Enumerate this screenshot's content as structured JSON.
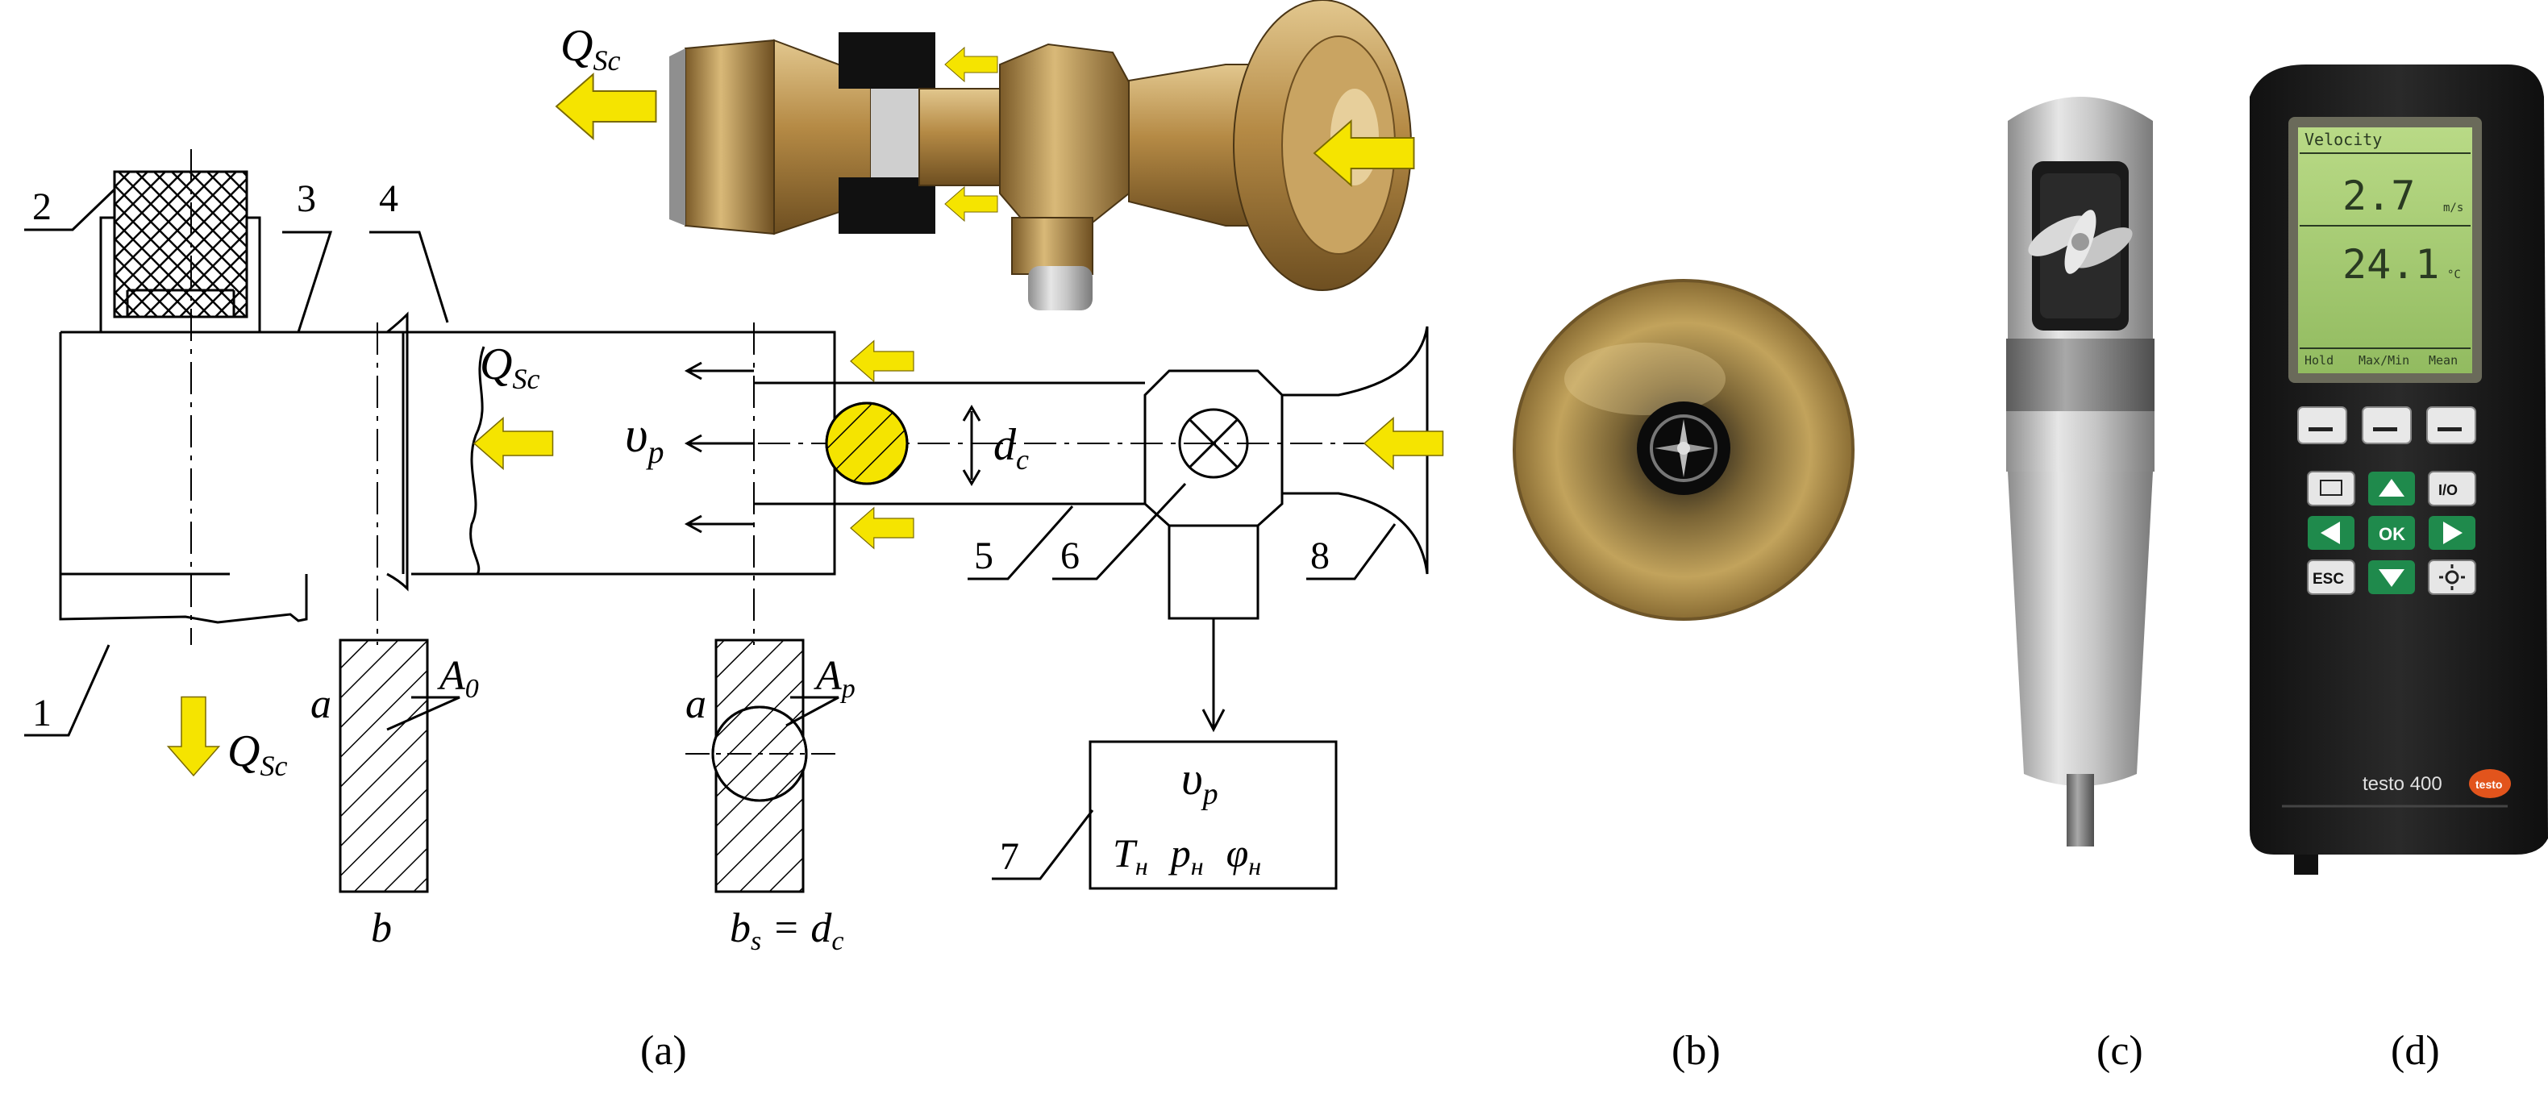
{
  "diagram": {
    "part_numbers": [
      "1",
      "2",
      "3",
      "4",
      "5",
      "6",
      "7",
      "8"
    ],
    "flow_label": "Q",
    "flow_sub": "Sc",
    "velocity_label": "υ",
    "velocity_sub": "p",
    "diameter_label": "d",
    "diameter_sub": "c",
    "section_a0": {
      "letter": "a",
      "area": "A",
      "area_sub": "0",
      "width": "b"
    },
    "section_ap": {
      "letter": "a",
      "area": "A",
      "area_sub": "p",
      "width": "b",
      "width_sub": "s",
      "equals": " = ",
      "rhs": "d",
      "rhs_sub": "c"
    },
    "meter_box": {
      "vel": "υ",
      "vel_sub": "p",
      "t": "T",
      "t_sub": "н",
      "p": "p",
      "p_sub": "н",
      "phi": "φ",
      "phi_sub": "н"
    }
  },
  "device": {
    "screen_header": "Velocity",
    "reading_1": "2.7",
    "unit_1": "m/s",
    "reading_2": "24.1",
    "unit_2": "°C",
    "softkeys": [
      "Hold",
      "Max/Min",
      "Mean"
    ],
    "key_ok": "OK",
    "key_esc": "ESC",
    "key_power": "I/O",
    "brand": "testo 400",
    "logo": "testo"
  },
  "captions": [
    "(a)",
    "(b)",
    "(c)",
    "(d)"
  ],
  "colors": {
    "arrow": "#f5e400",
    "brass": "#b58a45",
    "device_body": "#1e1e1e",
    "screen": "#a9cf76",
    "key": "#1f8a4c"
  }
}
